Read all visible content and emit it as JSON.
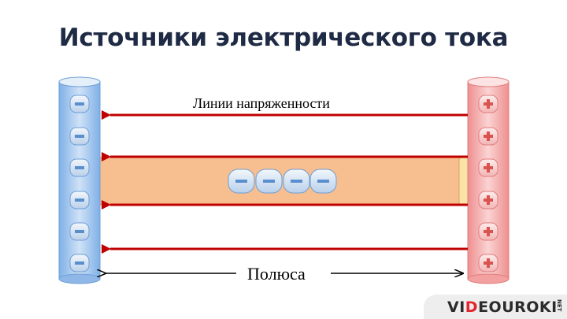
{
  "title": "Источники электрического тока",
  "labels": {
    "field_lines": "Линии напряженности",
    "poles": "Полюса"
  },
  "logo": {
    "part1": "VI",
    "part2": "D",
    "part3": "EOUROKI",
    "suffix": "NET"
  },
  "colors": {
    "negative_pole": "#9fc3ea",
    "positive_pole": "#f0a7a7",
    "arrow": "#c00000",
    "conductor": "#f7be8f"
  }
}
